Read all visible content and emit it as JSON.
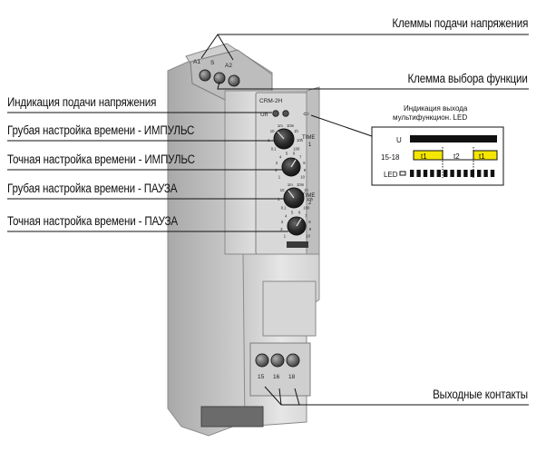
{
  "labels": {
    "supply_terminals": "Клеммы подачи напряжения",
    "function_terminal": "Клемма выбора функции",
    "power_indication": "Индикация подачи напряжения",
    "coarse_impulse": "Грубая настройка времени - ИМПУЛЬС",
    "fine_impulse": "Точная настройка времени - ИМПУЛЬС",
    "coarse_pause": "Грубая настройка времени - ПАУЗА",
    "fine_pause": "Точная настройка времени - ПАУЗА",
    "output_contacts": "Выходные контакты"
  },
  "device": {
    "model": "CRM-2H",
    "top_terminals": [
      "A1",
      "S",
      "A2"
    ],
    "bottom_terminals": [
      "15",
      "16",
      "18"
    ],
    "led_un": "Un",
    "time1_label": "TIME",
    "time1_index": "1",
    "time2_label": "TIME",
    "time2_index": "2",
    "coarse_scale": [
      "0.1",
      "1",
      "10",
      "1m",
      "10m",
      "1h",
      "10h",
      "100"
    ],
    "fine_scale": [
      "1",
      "2",
      "3",
      "4",
      "5",
      "6",
      "7",
      "8",
      "9",
      "10"
    ]
  },
  "timing": {
    "title_line1": "Индикация выхода",
    "title_line2": "мультифункцион. LED",
    "row_u": "U",
    "row_contacts": "15-18",
    "row_led": "LED",
    "t1_a": "t1",
    "t2": "t2",
    "t1_b": "t1"
  },
  "colors": {
    "pulse_fill": "#f5e600",
    "device_body": "#dcdcdc",
    "dial": "#2a2a2a"
  }
}
